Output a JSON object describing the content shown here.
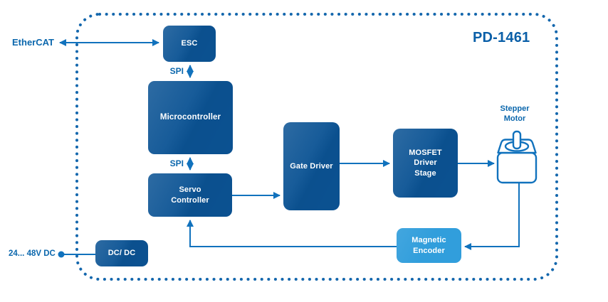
{
  "diagram": {
    "title": "PD-1461",
    "external_labels": {
      "ethercat": "EtherCAT",
      "dc_input": "24... 48V DC",
      "stepper_motor_line1": "Stepper",
      "stepper_motor_line2": "Motor"
    },
    "bus_labels": {
      "spi_top": "SPI",
      "spi_bottom": "SPI"
    },
    "blocks": {
      "esc": {
        "label": "ESC"
      },
      "microcontroller": {
        "label": "Microcontroller"
      },
      "servo_controller": {
        "line1": "Servo",
        "line2": "Controller"
      },
      "gate_driver": {
        "label": "Gate Driver"
      },
      "mosfet_driver_stage": {
        "line1": "MOSFET",
        "line2": "Driver",
        "line3": "Stage"
      },
      "magnetic_encoder": {
        "line1": "Magnetic",
        "line2": "Encoder"
      },
      "dc_dc": {
        "label": "DC/ DC"
      }
    },
    "colors": {
      "block_fill": "#0b5394",
      "encoder_fill": "#2d9cdb",
      "connector_line": "#1172bd",
      "label_text": "#0b67ad",
      "border_dots": "#1467ad",
      "block_text": "#ffffff"
    }
  }
}
